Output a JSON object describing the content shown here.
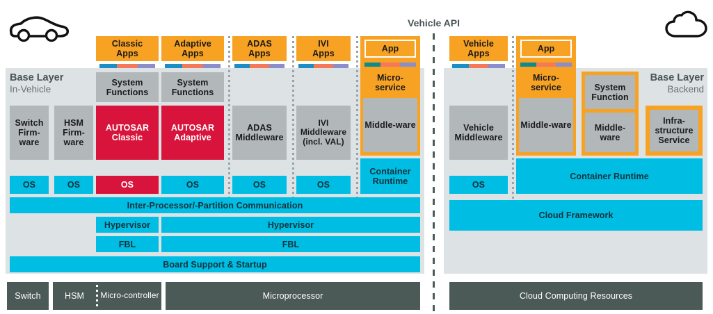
{
  "header": {
    "title": "Vehicle API",
    "car_icon": "car-icon",
    "cloud_icon": "cloud-icon"
  },
  "left_panel": {
    "label_main": "Base Layer",
    "label_sub": "In-Vehicle",
    "columns": [
      {
        "id": "classic",
        "app": "Classic\nApps",
        "app_line1": "Classic",
        "app_line2": "Apps",
        "system": "System\nFunctions",
        "system_line1": "System",
        "system_line2": "Functions",
        "middleware_line1": "AUTOSAR",
        "middleware_line2": "Classic",
        "os": "OS"
      },
      {
        "id": "adaptive",
        "app_line1": "Adaptive Apps",
        "app_line2": "",
        "system_line1": "System",
        "system_line2": "Functions",
        "middleware_line1": "AUTOSAR",
        "middleware_line2": "Adaptive",
        "os": "OS"
      },
      {
        "id": "adas",
        "app_line1": "ADAS",
        "app_line2": "Apps",
        "middleware_line1": "ADAS",
        "middleware_line2": "Middleware",
        "os": "OS"
      },
      {
        "id": "ivi",
        "app_line1": "IVI",
        "app_line2": "Apps",
        "middleware_line1": "IVI",
        "middleware_line2": "Middleware",
        "middleware_line3": "(incl. VAL)",
        "os": "OS"
      },
      {
        "id": "microservice",
        "app_line1": "App",
        "service_line1": "Micro-",
        "service_line2": "service",
        "middleware_line1": "Middle-ware",
        "runtime_line1": "Container",
        "runtime_line2": "Runtime"
      }
    ],
    "firmware": [
      {
        "line1": "Switch",
        "line2": "Firm-",
        "line3": "ware",
        "os": "OS"
      },
      {
        "line1": "HSM",
        "line2": "Firm-",
        "line3": "ware",
        "os": "OS"
      }
    ],
    "bands": {
      "ipc": "Inter-Processor/-Partition Communication",
      "hypervisor_small": "Hypervisor",
      "hypervisor_large": "Hypervisor",
      "fbl_small": "FBL",
      "fbl_large": "FBL",
      "board_support": "Board Support & Startup"
    },
    "hardware": [
      {
        "label": "Switch"
      },
      {
        "label": "HSM"
      },
      {
        "label": "Micro-controller"
      },
      {
        "label": "Microprocessor"
      }
    ]
  },
  "right_panel": {
    "label_main": "Base Layer",
    "label_sub": "Backend",
    "columns": [
      {
        "id": "vehicle-apps",
        "app_line1": "Vehicle",
        "app_line2": "Apps",
        "middleware_line1": "Vehicle",
        "middleware_line2": "Middleware",
        "os": "OS"
      },
      {
        "id": "microservice",
        "app_line1": "App",
        "service_line1": "Micro-",
        "service_line2": "service",
        "middleware_line1": "Middle-ware"
      },
      {
        "id": "system-function",
        "system_line1": "System",
        "system_line2": "Function",
        "middleware_line1": "Middle-ware"
      },
      {
        "id": "infrastructure",
        "service_line1": "Infra-",
        "service_line2": "structure",
        "service_line3": "Service"
      }
    ],
    "bands": {
      "container_runtime": "Container Runtime",
      "cloud_framework": "Cloud Framework"
    },
    "hardware": [
      {
        "label": "Cloud Computing Resources"
      }
    ]
  },
  "colors": {
    "orange": "#f7a223",
    "cyan": "#00bde3",
    "red": "#d8143c",
    "gray": "#b2b7ba",
    "panel": "#dde2e5",
    "dark": "#4c5a57",
    "bar_teal": "#1b8fc4",
    "bar_salmon": "#f4795b",
    "bar_purple": "#8b8ecb"
  }
}
